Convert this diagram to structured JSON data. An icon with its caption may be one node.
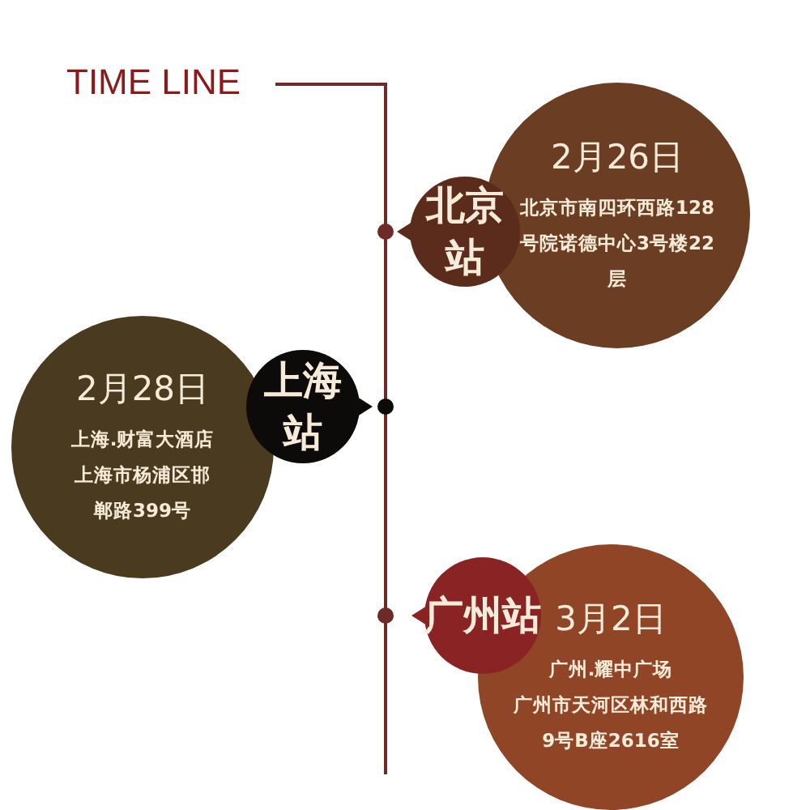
{
  "diagram": {
    "title": "TIME LINE",
    "nodes": [
      {
        "text": [
          "北京站"
        ]
      },
      {
        "text": [
          "2月26日",
          "北京市南四环西路128号院诺德中心3号楼22层"
        ]
      },
      {
        "text": [
          "上海站"
        ]
      },
      {
        "text": [
          "2月28日",
          "上海.财富大酒店",
          "上海市杨浦区邯郸路399号"
        ]
      },
      {
        "text": [
          "广州站"
        ]
      },
      {
        "text": [
          "3月2日",
          "广州.耀中广场",
          "广州市天河区林和西路9号B座2616室"
        ]
      }
    ]
  }
}
